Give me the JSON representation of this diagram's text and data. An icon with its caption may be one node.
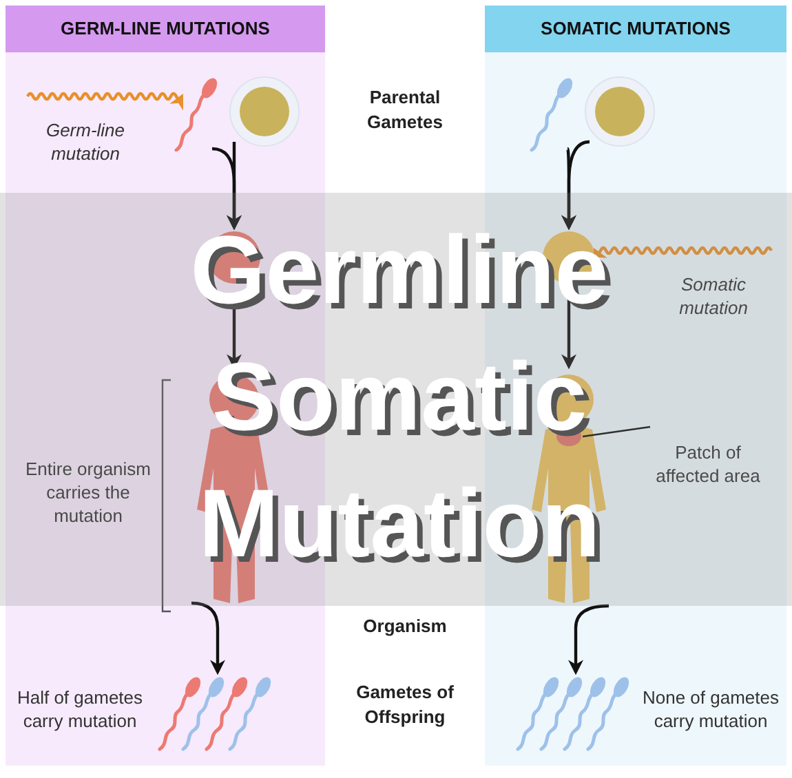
{
  "diagram": {
    "title": "Germline Somatic Mutation",
    "nodes": [
      {
        "text": [
          "GERM-LINE MUTATIONS"
        ]
      },
      {
        "text": [
          "SOMATIC MUTATIONS"
        ]
      },
      {
        "text": [
          "Germ-line mutation"
        ],
        "in": 0
      },
      {
        "text": [],
        "shape": "picture",
        "in": 0
      },
      {
        "text": [],
        "shape": "circle",
        "in": 0
      },
      {
        "text": [],
        "shape": "circle",
        "in": 0
      },
      {
        "text": [],
        "shape": "person",
        "in": 0,
        "beside": [
          "Entire organism carries the mutation"
        ]
      },
      {
        "text": [],
        "shape": "picture",
        "in": 0,
        "beside": [
          "Half of gametes carry mutation"
        ]
      },
      {
        "text": [],
        "shape": "picture",
        "in": 1
      },
      {
        "text": [],
        "shape": "circle",
        "in": 1
      },
      {
        "text": [],
        "shape": "circle",
        "in": 1
      },
      {
        "text": [
          "Somatic mutation"
        ],
        "in": 1
      },
      {
        "text": [],
        "shape": "person",
        "in": 1
      },
      {
        "text": [],
        "shape": "picture",
        "in": 1,
        "beside": [
          "None of gametes carry mutation"
        ]
      },
      {
        "text": [],
        "shape": "circle",
        "in": 12
      },
      {
        "text": [
          "Patch of affected area"
        ],
        "in": 1
      }
    ],
    "edges": [
      {
        "from": 2,
        "to": 3,
        "arrow": "to",
        "color": "#e8902a"
      },
      {
        "from": 3,
        "to": 5,
        "arrow": "to"
      },
      {
        "from": 4,
        "to": 5,
        "arrow": "to"
      },
      {
        "from": 5,
        "to": 6,
        "arrow": "to"
      },
      {
        "from": 6,
        "to": 7,
        "arrow": "to"
      },
      {
        "from": 8,
        "to": 10,
        "arrow": "to"
      },
      {
        "from": 9,
        "to": 10,
        "arrow": "to"
      },
      {
        "from": 11,
        "to": 10,
        "arrow": "to",
        "color": "#e8902a"
      },
      {
        "from": 10,
        "to": 12,
        "arrow": "to"
      },
      {
        "from": 12,
        "to": 13,
        "arrow": "to"
      },
      {
        "from": 15,
        "to": 14,
        "arrow": "none"
      }
    ],
    "labels": [
      "Parental Gametes",
      "Organism",
      "Gametes of Offspring"
    ]
  }
}
